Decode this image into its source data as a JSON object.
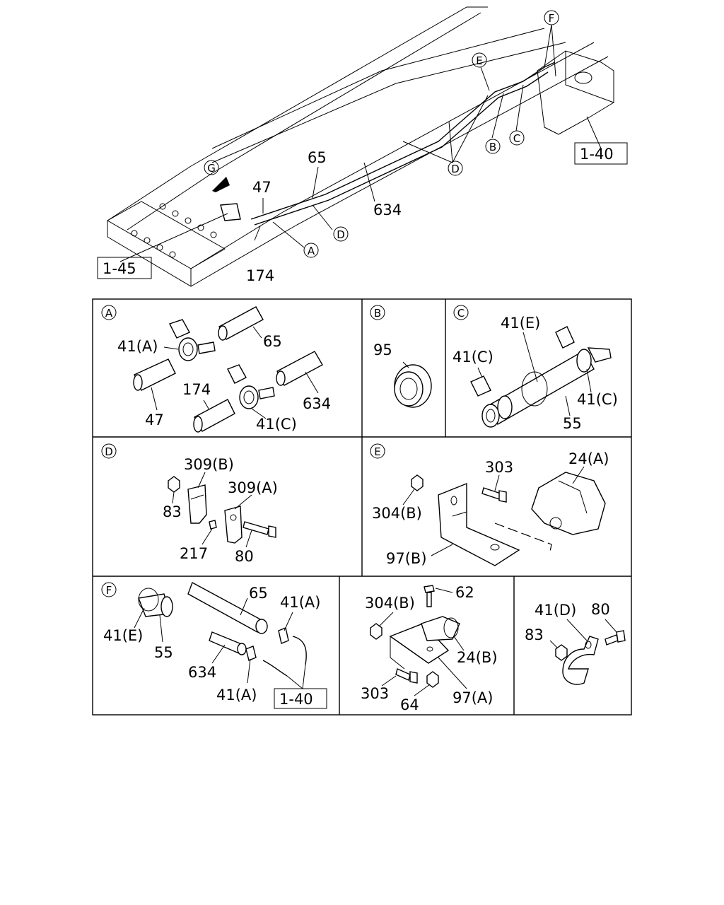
{
  "overview": {
    "frame_ref": "1-45",
    "tank_ref": "1-40",
    "parts": {
      "p65": "65",
      "p47": "47",
      "p634": "634",
      "p174": "174"
    },
    "callouts": {
      "a": "A",
      "b": "B",
      "c": "C",
      "d": "D",
      "e": "E",
      "f": "F",
      "g": "G"
    }
  },
  "panels": {
    "a": {
      "letter": "A",
      "labels": {
        "l41a": "41(A)",
        "l65": "65",
        "l47": "47",
        "l174": "174",
        "l41c": "41(C)",
        "l634": "634"
      }
    },
    "b": {
      "letter": "B",
      "labels": {
        "l95": "95"
      }
    },
    "c": {
      "letter": "C",
      "labels": {
        "l41e": "41(E)",
        "l41c_left": "41(C)",
        "l41c_right": "41(C)",
        "l55": "55"
      }
    },
    "d": {
      "letter": "D",
      "labels": {
        "l309b": "309(B)",
        "l309a": "309(A)",
        "l83": "83",
        "l217": "217",
        "l80": "80"
      }
    },
    "e": {
      "letter": "E",
      "labels": {
        "l303": "303",
        "l24a": "24(A)",
        "l304b": "304(B)",
        "l97b": "97(B)"
      }
    },
    "f": {
      "letter": "F",
      "labels": {
        "l65": "65",
        "l41a_top": "41(A)",
        "l41e": "41(E)",
        "l55": "55",
        "l634": "634",
        "l41a_bottom": "41(A)",
        "ref": "1-40"
      }
    },
    "g1": {
      "labels": {
        "l62": "62",
        "l304b": "304(B)",
        "l24b": "24(B)",
        "l303": "303",
        "l64": "64",
        "l97a": "97(A)"
      }
    },
    "g2": {
      "labels": {
        "l41d": "41(D)",
        "l80": "80",
        "l83": "83"
      }
    }
  }
}
